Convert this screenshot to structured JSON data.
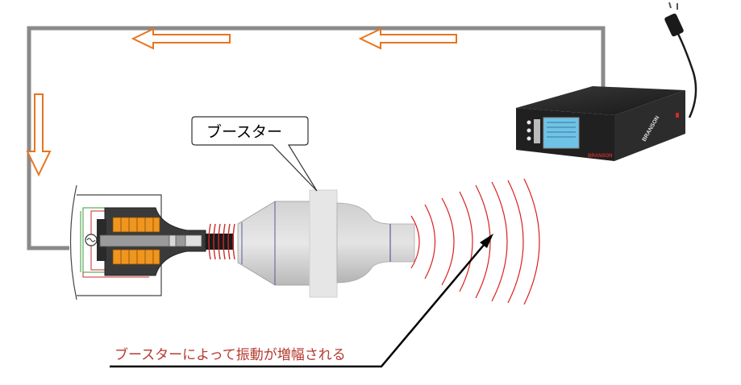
{
  "callout": {
    "label": "ブースター"
  },
  "caption": {
    "text": "ブースターによって振動が増幅される"
  },
  "generator": {
    "brand": "BRANSON"
  },
  "colors": {
    "loop_wire": "#8a8a8a",
    "arrow": "#e8741e",
    "wave": "#dd1f1f",
    "caption": "#b53a2e",
    "coil": "#f0961e",
    "booster": "#b7b7b7",
    "clamp": "#e6e6e6"
  },
  "icons": {
    "power_plug": "power-plug-icon",
    "ac_source": "ac-source-icon"
  }
}
